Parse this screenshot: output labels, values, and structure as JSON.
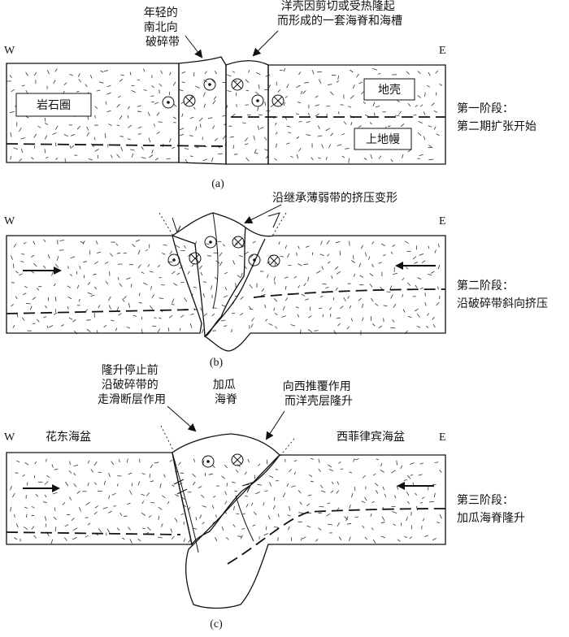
{
  "panels": [
    {
      "caption": "(a)",
      "west": "W",
      "east": "E",
      "stage": [
        "第一阶段：",
        "第二期扩张开始"
      ],
      "labels": {
        "lithosphere": "岩石圈",
        "crust": "地壳",
        "upper_mantle": "上地幔",
        "fracture_zone": [
          "年轻的",
          "南北向",
          "破碎带"
        ],
        "shear_note": [
          "洋壳因剪切或受热隆起",
          "而形成的一套海脊和海槽"
        ]
      }
    },
    {
      "caption": "(b)",
      "west": "W",
      "east": "E",
      "stage": [
        "第二阶段：",
        "沿破碎带斜向挤压"
      ],
      "labels": {
        "compression": "沿继承薄弱带的挤压变形"
      }
    },
    {
      "caption": "(c)",
      "west": "W",
      "east": "E",
      "stage": [
        "第三阶段：",
        "加瓜海脊隆升"
      ],
      "labels": {
        "huadong": "花东海盆",
        "west_philippine": "西菲律宾海盆",
        "ridge": [
          "加瓜",
          "海脊"
        ],
        "strike_slip": [
          "隆升停止前",
          "沿破碎带的",
          "走滑断层作用"
        ],
        "thrust": [
          "向西推覆作用",
          "而洋壳层隆升"
        ]
      }
    }
  ]
}
